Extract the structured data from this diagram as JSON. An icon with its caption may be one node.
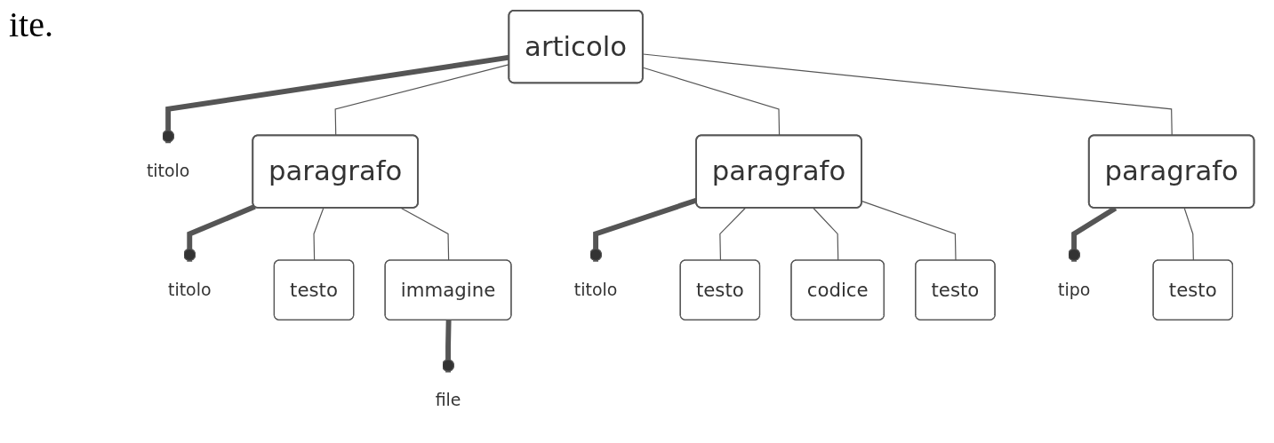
{
  "diagram": {
    "nodes": [
      {
        "text": [
          "articolo"
        ]
      },
      {
        "text": [
          "titolo"
        ]
      },
      {
        "text": [
          "paragrafo"
        ]
      },
      {
        "text": [
          "titolo"
        ]
      },
      {
        "text": [
          "paragrafo"
        ]
      },
      {
        "text": [
          "titolo"
        ]
      },
      {
        "text": [
          "paragrafo"
        ]
      },
      {
        "text": [
          "tipo"
        ]
      },
      {
        "text": [
          "testo"
        ]
      },
      {
        "text": [
          "immagine"
        ]
      },
      {
        "text": [
          "file"
        ]
      },
      {
        "text": [
          "testo"
        ]
      },
      {
        "text": [
          "codice"
        ]
      },
      {
        "text": [
          "testo"
        ]
      },
      {
        "text": [
          "testo"
        ]
      }
    ],
    "edges": [
      {
        "from": 0,
        "to": 1,
        "arrow": "other",
        "style": "thick"
      },
      {
        "from": 0,
        "to": 2,
        "arrow": "none"
      },
      {
        "from": 0,
        "to": 4,
        "arrow": "none"
      },
      {
        "from": 0,
        "to": 6,
        "arrow": "none"
      },
      {
        "from": 2,
        "to": 3,
        "arrow": "other",
        "style": "thick"
      },
      {
        "from": 4,
        "to": 5,
        "arrow": "other",
        "style": "thick"
      },
      {
        "from": 6,
        "to": 7,
        "arrow": "other",
        "style": "thick"
      },
      {
        "from": 2,
        "to": 8,
        "arrow": "none"
      },
      {
        "from": 2,
        "to": 9,
        "arrow": "none"
      },
      {
        "from": 9,
        "to": 10,
        "arrow": "other",
        "style": "thick"
      },
      {
        "from": 4,
        "to": 11,
        "arrow": "none"
      },
      {
        "from": 4,
        "to": 12,
        "arrow": "none"
      },
      {
        "from": 4,
        "to": 13,
        "arrow": "none"
      },
      {
        "from": 6,
        "to": 14,
        "arrow": "none"
      }
    ],
    "labels": [
      "ite."
    ]
  }
}
